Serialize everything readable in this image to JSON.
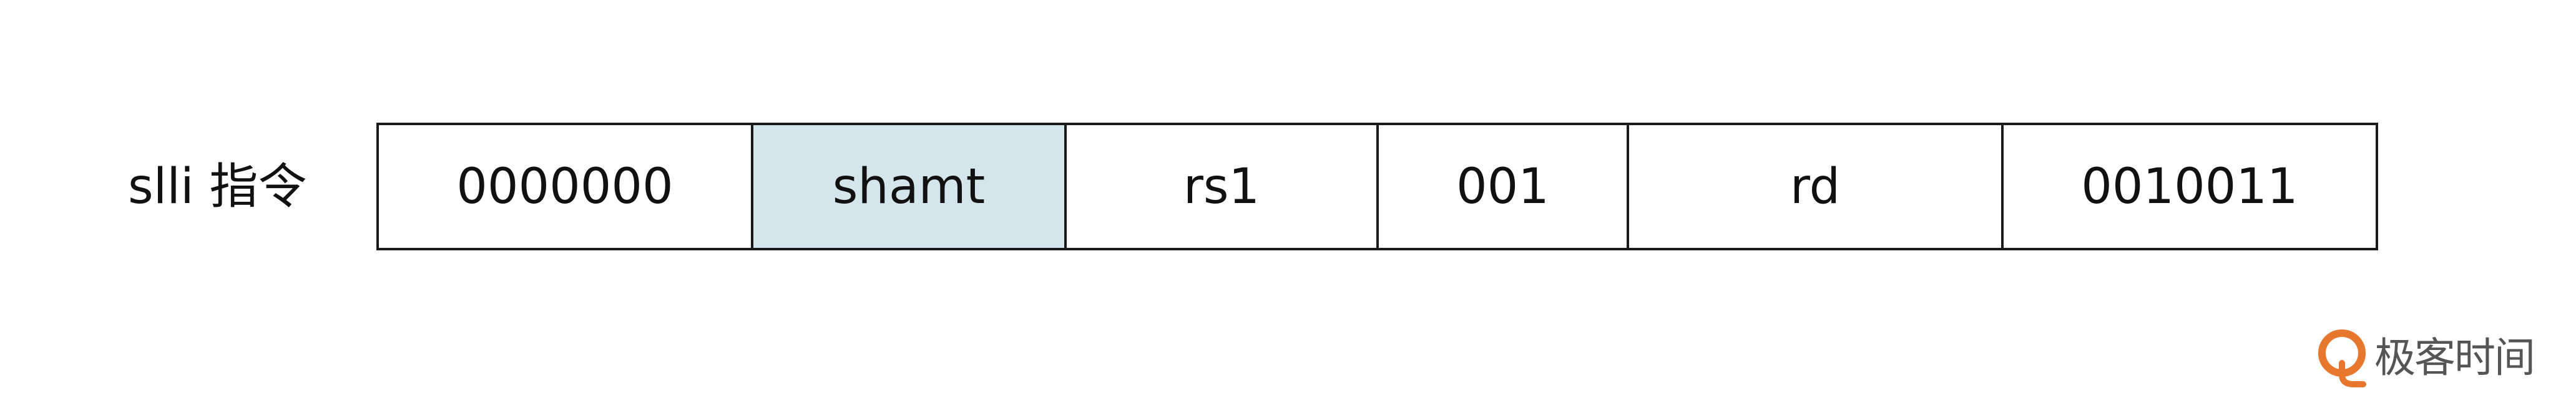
{
  "instruction": {
    "label": "slli 指令",
    "fields": [
      "0000000",
      "shamt",
      "rs1",
      "001",
      "rd",
      "0010011"
    ],
    "highlighted_field": "shamt",
    "highlight_color": "#d4e6ec",
    "border_color": "#1a1a1a"
  },
  "logo": {
    "text": "极客时间",
    "accent_color": "#e8772e"
  }
}
